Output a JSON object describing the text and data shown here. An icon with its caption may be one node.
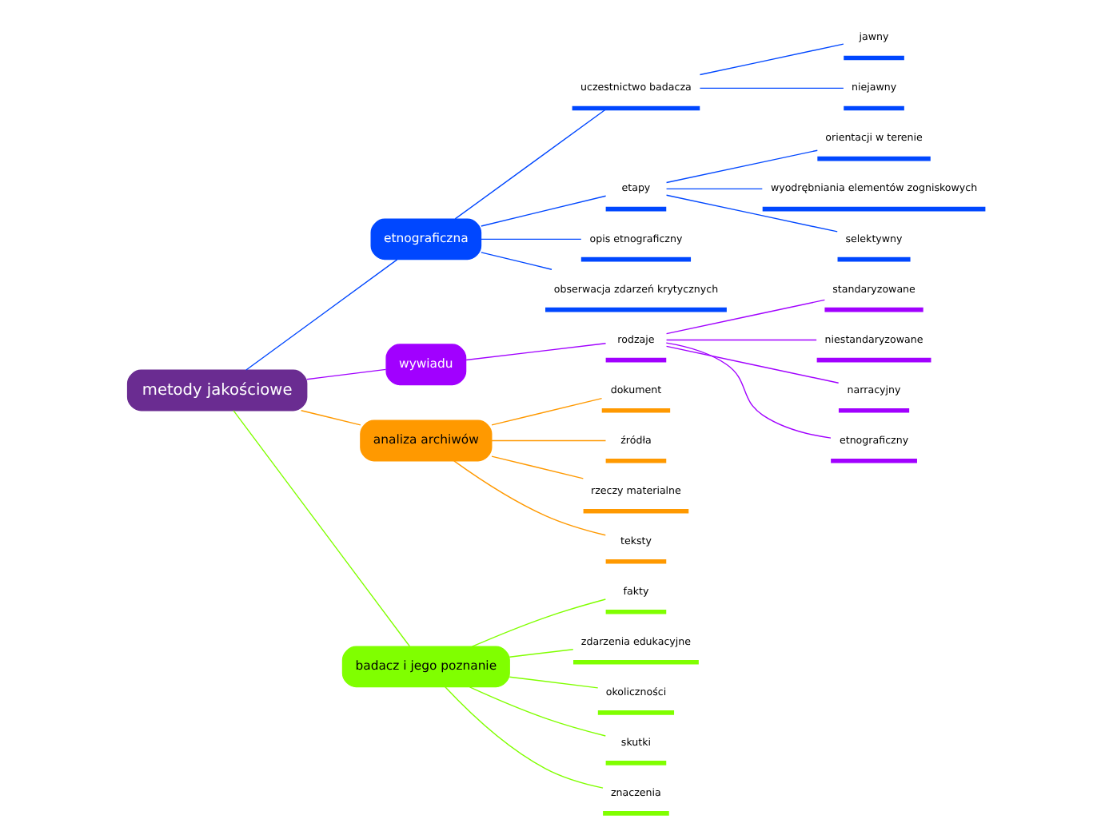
{
  "diagram": {
    "nodes": [
      {
        "text": [
          "metody jakościowe"
        ]
      },
      {
        "text": [
          "etnograficzna"
        ]
      },
      {
        "text": [
          "uczestnictwo badacza"
        ]
      },
      {
        "text": [
          "jawny"
        ]
      },
      {
        "text": [
          "niejawny"
        ]
      },
      {
        "text": [
          "etapy"
        ]
      },
      {
        "text": [
          "orientacji w terenie"
        ]
      },
      {
        "text": [
          "wyodrębniania elementów zogniskowych"
        ]
      },
      {
        "text": [
          "selektywny"
        ]
      },
      {
        "text": [
          "opis etnograficzny"
        ]
      },
      {
        "text": [
          "obserwacja zdarzeń krytycznych"
        ]
      },
      {
        "text": [
          "wywiadu"
        ]
      },
      {
        "text": [
          "rodzaje"
        ]
      },
      {
        "text": [
          "standaryzowane"
        ]
      },
      {
        "text": [
          "niestandaryzowane"
        ]
      },
      {
        "text": [
          "narracyjny"
        ]
      },
      {
        "text": [
          "etnograficzny"
        ]
      },
      {
        "text": [
          "analiza archiwów"
        ]
      },
      {
        "text": [
          "dokument"
        ]
      },
      {
        "text": [
          "źródła"
        ]
      },
      {
        "text": [
          "rzeczy materialne"
        ]
      },
      {
        "text": [
          "teksty"
        ]
      },
      {
        "text": [
          "badacz i jego poznanie"
        ]
      },
      {
        "text": [
          "fakty"
        ]
      },
      {
        "text": [
          "zdarzenia edukacyjne"
        ]
      },
      {
        "text": [
          "okoliczności"
        ]
      },
      {
        "text": [
          "skutki"
        ]
      },
      {
        "text": [
          "znaczenia"
        ]
      }
    ],
    "edges": [
      {
        "from": 0,
        "to": 1,
        "arrow": "none",
        "color": "#0047ff"
      },
      {
        "from": 1,
        "to": 2,
        "arrow": "none",
        "color": "#0047ff"
      },
      {
        "from": 2,
        "to": 3,
        "arrow": "none",
        "color": "#0047ff"
      },
      {
        "from": 2,
        "to": 4,
        "arrow": "none",
        "color": "#0047ff"
      },
      {
        "from": 1,
        "to": 5,
        "arrow": "none",
        "color": "#0047ff"
      },
      {
        "from": 5,
        "to": 6,
        "arrow": "none",
        "color": "#0047ff"
      },
      {
        "from": 5,
        "to": 7,
        "arrow": "none",
        "color": "#0047ff"
      },
      {
        "from": 5,
        "to": 8,
        "arrow": "none",
        "color": "#0047ff"
      },
      {
        "from": 1,
        "to": 9,
        "arrow": "none",
        "color": "#0047ff"
      },
      {
        "from": 1,
        "to": 10,
        "arrow": "none",
        "color": "#0047ff"
      },
      {
        "from": 0,
        "to": 11,
        "arrow": "none",
        "color": "#a100ff"
      },
      {
        "from": 11,
        "to": 12,
        "arrow": "none",
        "color": "#a100ff"
      },
      {
        "from": 12,
        "to": 13,
        "arrow": "none",
        "color": "#a100ff"
      },
      {
        "from": 12,
        "to": 14,
        "arrow": "none",
        "color": "#a100ff"
      },
      {
        "from": 12,
        "to": 15,
        "arrow": "none",
        "color": "#a100ff"
      },
      {
        "from": 12,
        "to": 16,
        "arrow": "none",
        "color": "#a100ff"
      },
      {
        "from": 0,
        "to": 17,
        "arrow": "none",
        "color": "#ff9900"
      },
      {
        "from": 17,
        "to": 18,
        "arrow": "none",
        "color": "#ff9900"
      },
      {
        "from": 17,
        "to": 19,
        "arrow": "none",
        "color": "#ff9900"
      },
      {
        "from": 17,
        "to": 20,
        "arrow": "none",
        "color": "#ff9900"
      },
      {
        "from": 17,
        "to": 21,
        "arrow": "none",
        "color": "#ff9900"
      },
      {
        "from": 0,
        "to": 22,
        "arrow": "none",
        "color": "#80ff00"
      },
      {
        "from": 22,
        "to": 23,
        "arrow": "none",
        "color": "#80ff00"
      },
      {
        "from": 22,
        "to": 24,
        "arrow": "none",
        "color": "#80ff00"
      },
      {
        "from": 22,
        "to": 25,
        "arrow": "none",
        "color": "#80ff00"
      },
      {
        "from": 22,
        "to": 26,
        "arrow": "none",
        "color": "#80ff00"
      },
      {
        "from": 22,
        "to": 27,
        "arrow": "none",
        "color": "#80ff00"
      }
    ]
  }
}
